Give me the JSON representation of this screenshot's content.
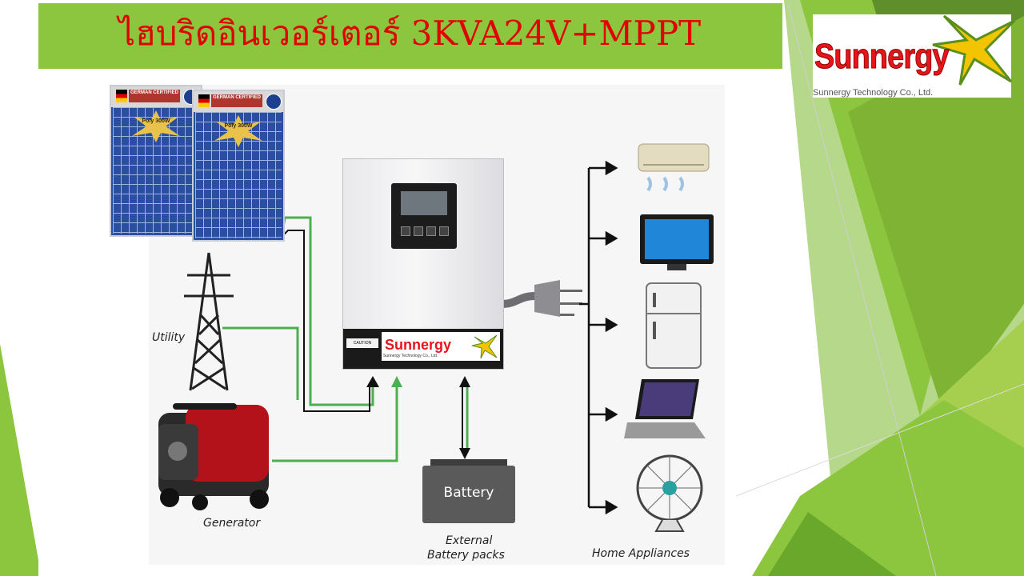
{
  "title": "ไฮบริดอินเวอร์เตอร์ 3KVA24V+MPPT",
  "logo": {
    "word": "Sunnergy",
    "subtitle": "Sunnergy Technology Co., Ltd."
  },
  "diagram": {
    "panels": [
      {
        "certificate": "GERMAN CERTIFIED",
        "badge": "Poly 300W"
      },
      {
        "certificate": "GERMAN CERTIFIED",
        "badge": "Poly 300W"
      }
    ],
    "inverter_brand": "Sunnergy",
    "inverter_brand_sub": "Sunnergy Technology Co., Ltd.",
    "inverter_caution": "CAUTION",
    "labels": {
      "utility": "Utility",
      "generator": "Generator",
      "battery": "Battery",
      "external_battery_line1": "External",
      "external_battery_line2": "Battery packs",
      "home_appliances": "Home Appliances"
    },
    "appliances": [
      "air-conditioner-icon",
      "tv-icon",
      "refrigerator-icon",
      "laptop-icon",
      "fan-icon"
    ]
  },
  "colors": {
    "title_bar": "#8cc63f",
    "title_text": "#e00000",
    "wire_green": "#4caf50",
    "wire_black": "#111111",
    "brand_red": "#e8141b"
  }
}
